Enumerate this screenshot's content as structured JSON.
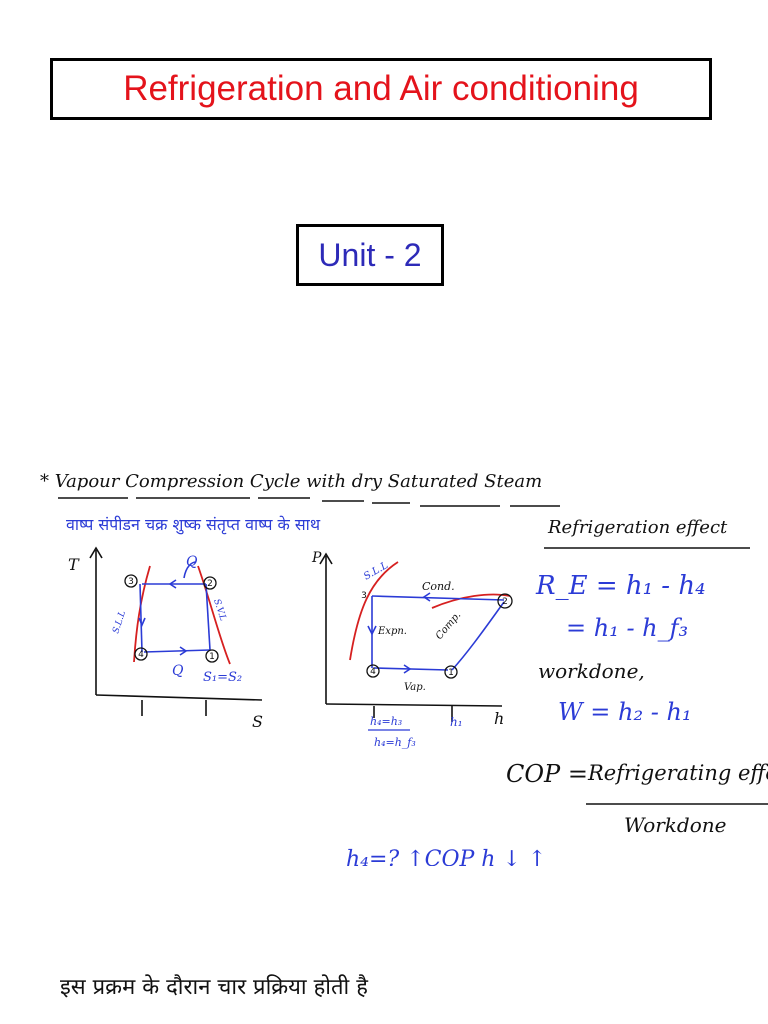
{
  "title": "Refrigeration and Air conditioning",
  "unit_label": "Unit - 2",
  "notes": {
    "heading_en": "* Vapour Compression Cycle with dry Saturated Steam",
    "heading_hi": "वाष्प संपीडन चक्र शुष्क संतृप्त वाष्प के साथ",
    "ts_diagram": {
      "axis_t": "T",
      "axis_s": "S",
      "q_top": "Q",
      "q_bottom": "Q",
      "sll": "S.L.L",
      "svl": "S.V.L",
      "s_relation": "S₁=S₂",
      "pt1": "1",
      "pt2": "2",
      "pt3": "3",
      "pt4": "4"
    },
    "ph_diagram": {
      "axis_p": "P",
      "axis_h": "h",
      "sll": "S.L.L",
      "cond": "Cond.",
      "expn": "Expn.",
      "comp": "Comp.",
      "vap": "Vap.",
      "pt1": "1",
      "pt2": "2",
      "pt3": "3",
      "pt4": "4",
      "h_note_1": "h₄=h₃",
      "h_note_2": "h₄=h_f₃",
      "h1_tick": "h₁"
    },
    "re_heading": "Refrigeration effect",
    "re_eq1": "R_E = h₁ - h₄",
    "re_eq2": "= h₁ - h_f₃",
    "workdone_label": "workdone,",
    "w_eq": "W = h₂ - h₁",
    "cop_lhs": "COP =",
    "cop_num": "Refrigerating effe",
    "cop_den": "Workdone",
    "bottom_partial": "h₄=?  ↑COP     h ↓ ↑",
    "hindi_line": "इस प्रक्रम के दौरान चार प्रक्रिया होती है"
  },
  "colors": {
    "title": "#e4131b",
    "unit": "#2d2ab8",
    "ink_black": "#111111",
    "ink_blue": "#2b3bd6",
    "ink_red": "#d62020"
  }
}
